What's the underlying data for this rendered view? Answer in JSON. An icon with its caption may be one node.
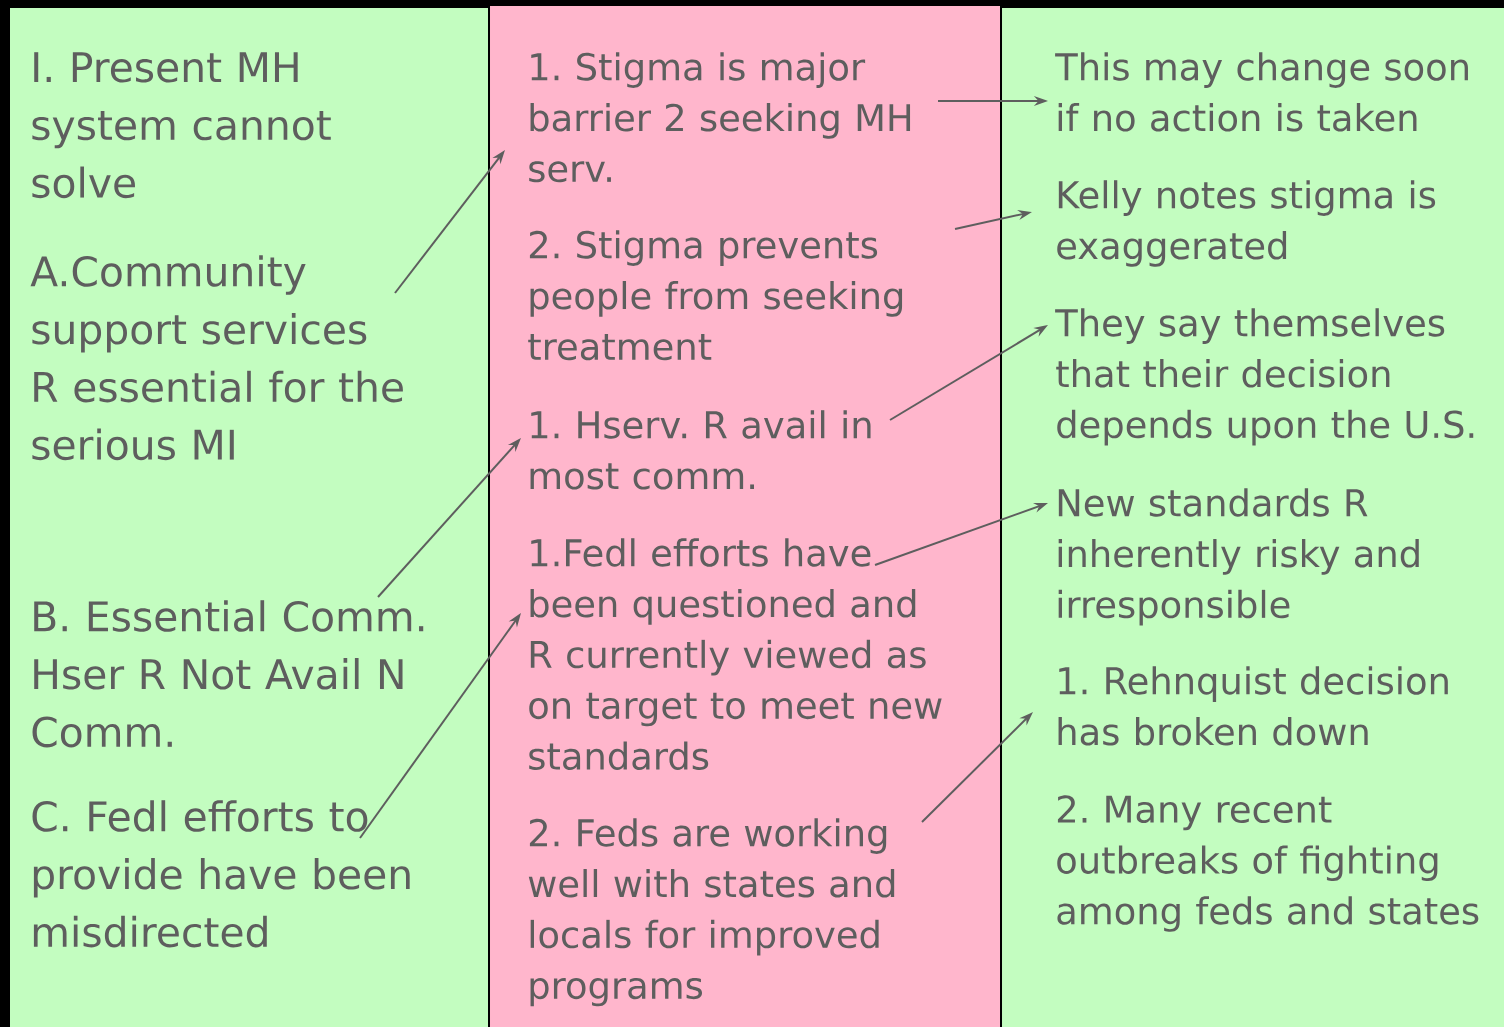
{
  "diagram": {
    "nodes": [
      {
        "text": [
          "I. Present MH system cannot solve"
        ]
      },
      {
        "text": [
          "A.Community support services R essential for the serious MI"
        ]
      },
      {
        "text": [
          "B. Essential Comm. Hser R Not Avail N Comm."
        ]
      },
      {
        "text": [
          "C. Fedl efforts to provide have been misdirected"
        ]
      },
      {
        "text": [
          "1. Stigma is major barrier 2 seeking MH serv."
        ]
      },
      {
        "text": [
          "2. Stigma prevents people from seeking treatment"
        ]
      },
      {
        "text": [
          "1. Hserv. R avail in most comm."
        ]
      },
      {
        "text": [
          "1.Fedl efforts have been questioned and R currently viewed as on target to meet new standards"
        ]
      },
      {
        "text": [
          "2. Feds are working well with states and locals for improved programs"
        ]
      },
      {
        "text": [
          "This may change soon if no action is taken"
        ]
      },
      {
        "text": [
          "Kelly notes stigma is exaggerated"
        ]
      },
      {
        "text": [
          "They say themselves that their decision depends upon the U.S."
        ]
      },
      {
        "text": [
          "New standards R inherently risky and irresponsible"
        ]
      },
      {
        "text": [
          "1. Rehnquist decision has broken down"
        ]
      },
      {
        "text": [
          "2. Many recent outbreaks of fighting among feds and states"
        ]
      }
    ],
    "edges": [
      {
        "from": 1,
        "to": 4,
        "arrow": "to"
      },
      {
        "from": 4,
        "to": 9,
        "arrow": "to"
      },
      {
        "from": 5,
        "to": 10,
        "arrow": "to"
      },
      {
        "from": 6,
        "to": 11,
        "arrow": "to"
      },
      {
        "from": 2,
        "to": 6,
        "arrow": "to"
      },
      {
        "from": 7,
        "to": 12,
        "arrow": "to"
      },
      {
        "from": 3,
        "to": 7,
        "arrow": "to"
      },
      {
        "from": 8,
        "to": 13,
        "arrow": "to"
      }
    ]
  }
}
